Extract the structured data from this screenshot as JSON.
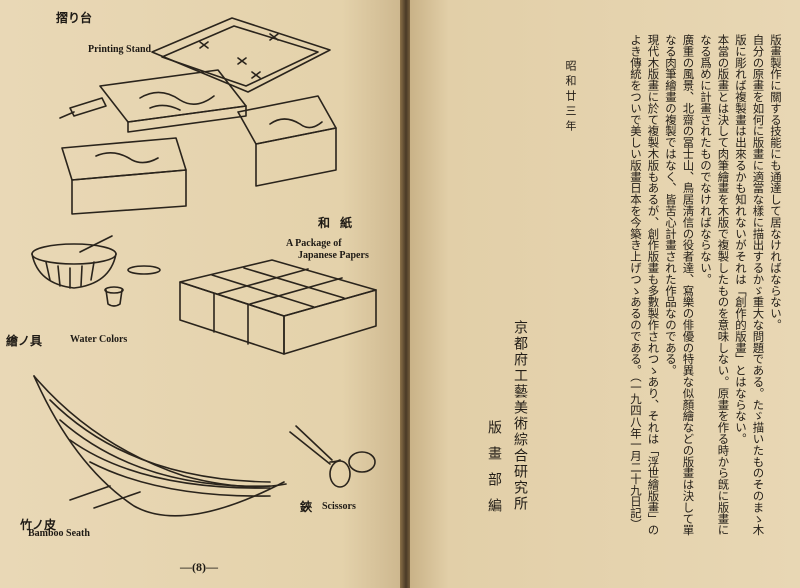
{
  "left_page": {
    "printing_stand_jp": "摺り台",
    "printing_stand_en": "Printing Stand",
    "papers_jp": "和紙",
    "papers_en_line1": "A Package of",
    "papers_en_line2": "Japanese Papers",
    "water_colors_jp": "繪ノ具",
    "water_colors_en": "Water Colors",
    "bamboo_jp": "竹ノ皮",
    "bamboo_en": "Bamboo Seath",
    "scissors_jp": "鋏",
    "scissors_en": "Scissors",
    "page_number": "—(8)—"
  },
  "right_page": {
    "body_lines": [
      "版畫製作に關する技能にも通達して居なければならない。",
      "自分の原畫を如何に版畫に適當な樣に描出するかゞ重大な問題である。たゞ描いたものそのまゝ木",
      "版に彫れば複製畫は出來るかも知れないがそれは「創作的版畫」とはならない。",
      "本當の版畫とは決して肉筆繪畫を木版で複製したものを意味しない。原畫を作る時から旣に版畫に",
      "なる爲めに計畫されたものでなければならない。",
      "廣重の風景、北齋の冨士山、鳥居淸信の役者達、寫樂の俳優の特異な似顏繪などの版畫は決して單",
      "なる肉筆繪畫の複製ではなく、皆苦心計畫された作品なのである。",
      "現代木版畫に於て複製木版もあるが、創作版畫も多數製作されつゝあり、それは「浮世繪版畫」の",
      "よき傳統をついで美しい版畫日本を今築き上げつゝあるのである。（一九四八年一月二十九日記）"
    ],
    "date": "昭和廿三年",
    "author": "京都府工藝美術綜合研究所",
    "dept": "版畫部編"
  }
}
